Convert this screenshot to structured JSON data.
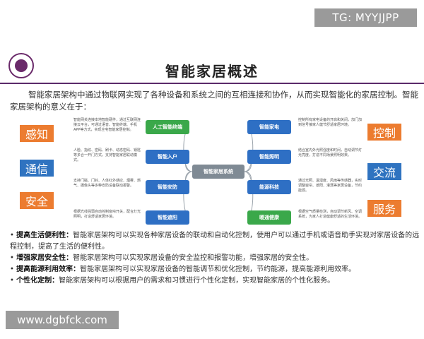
{
  "watermarks": {
    "top": "TG: MYYJJPP",
    "bottom": "www.dgbfck.com"
  },
  "title": "智能家居概述",
  "intro": "智能家居架构中通过物联网实现了各种设备和系统之间的互相连接和协作，从而实现智能化的家居控制。智能家居架构的意义在于：",
  "side_boxes": {
    "left": [
      "感知",
      "通信",
      "安全"
    ],
    "right": [
      "控制",
      "交流",
      "服务"
    ]
  },
  "diagram": {
    "center": "智能家居系统",
    "left_nodes": [
      "人工智能终端",
      "智能入户",
      "智能安防",
      "智能遮阳"
    ],
    "right_nodes": [
      "智能家电",
      "智能照明",
      "能源科技",
      "暖通健康"
    ],
    "left_desc": [
      "智能网关连接本地智能硬件，通过互联网连接云平台，可通过语音、智能终端、手机APP等方式，实现全宅智能家居控制。",
      "人脸、指纹、密码、刷卡、动态密码、钥匙等多合一开门方式，支持智能家居联动模式。",
      "支持门磁、门铃、人体红外感应、烟雾、燃气、摄像头等多种安防设备联动报警。",
      "根据光线强弱自动控制窗帘开关，配合灯光照明，打造舒适家居环境。"
    ],
    "right_desc": [
      "控制所有家电设备的开启和关闭，加门加到信号接家人健节舒适家居环境。",
      "结合室内外光照强度和时间，自动调节灯光亮度，打造不同场景照明效果。",
      "通过光照、温湿度、风雨等传感器，实时调整窗帘、遮阳、灌溉等家居设备，节约能源。",
      "根据空气质量检测，自动调节新风、空调系统，为家人打造健康舒适的生活环境。"
    ]
  },
  "bullets": [
    {
      "label": "提高生活便利性：",
      "text": "智能家居架构可以实现各种家居设备的联动和自动化控制，使用户可以通过手机或语音助手实现对家居设备的远程控制，提高了生活的便利性。"
    },
    {
      "label": "增强家居安全性：",
      "text": "智能家居架构可以实现家居设备的安全监控和报警功能，增强家居的安全性。"
    },
    {
      "label": "提高能源利用效率：",
      "text": "智能家居架构可以实现家居设备的智能调节和优化控制，节约能源，提高能源利用效率。"
    },
    {
      "label": "个性化定制：",
      "text": "智能家居架构可以根据用户的需求和习惯进行个性化定制，实现智能家居的个性化服务。"
    }
  ],
  "colors": {
    "accent": "#5a2a6a",
    "orange": "#ec7c30",
    "blue": "#2f73c0",
    "green": "#3aa84a"
  }
}
